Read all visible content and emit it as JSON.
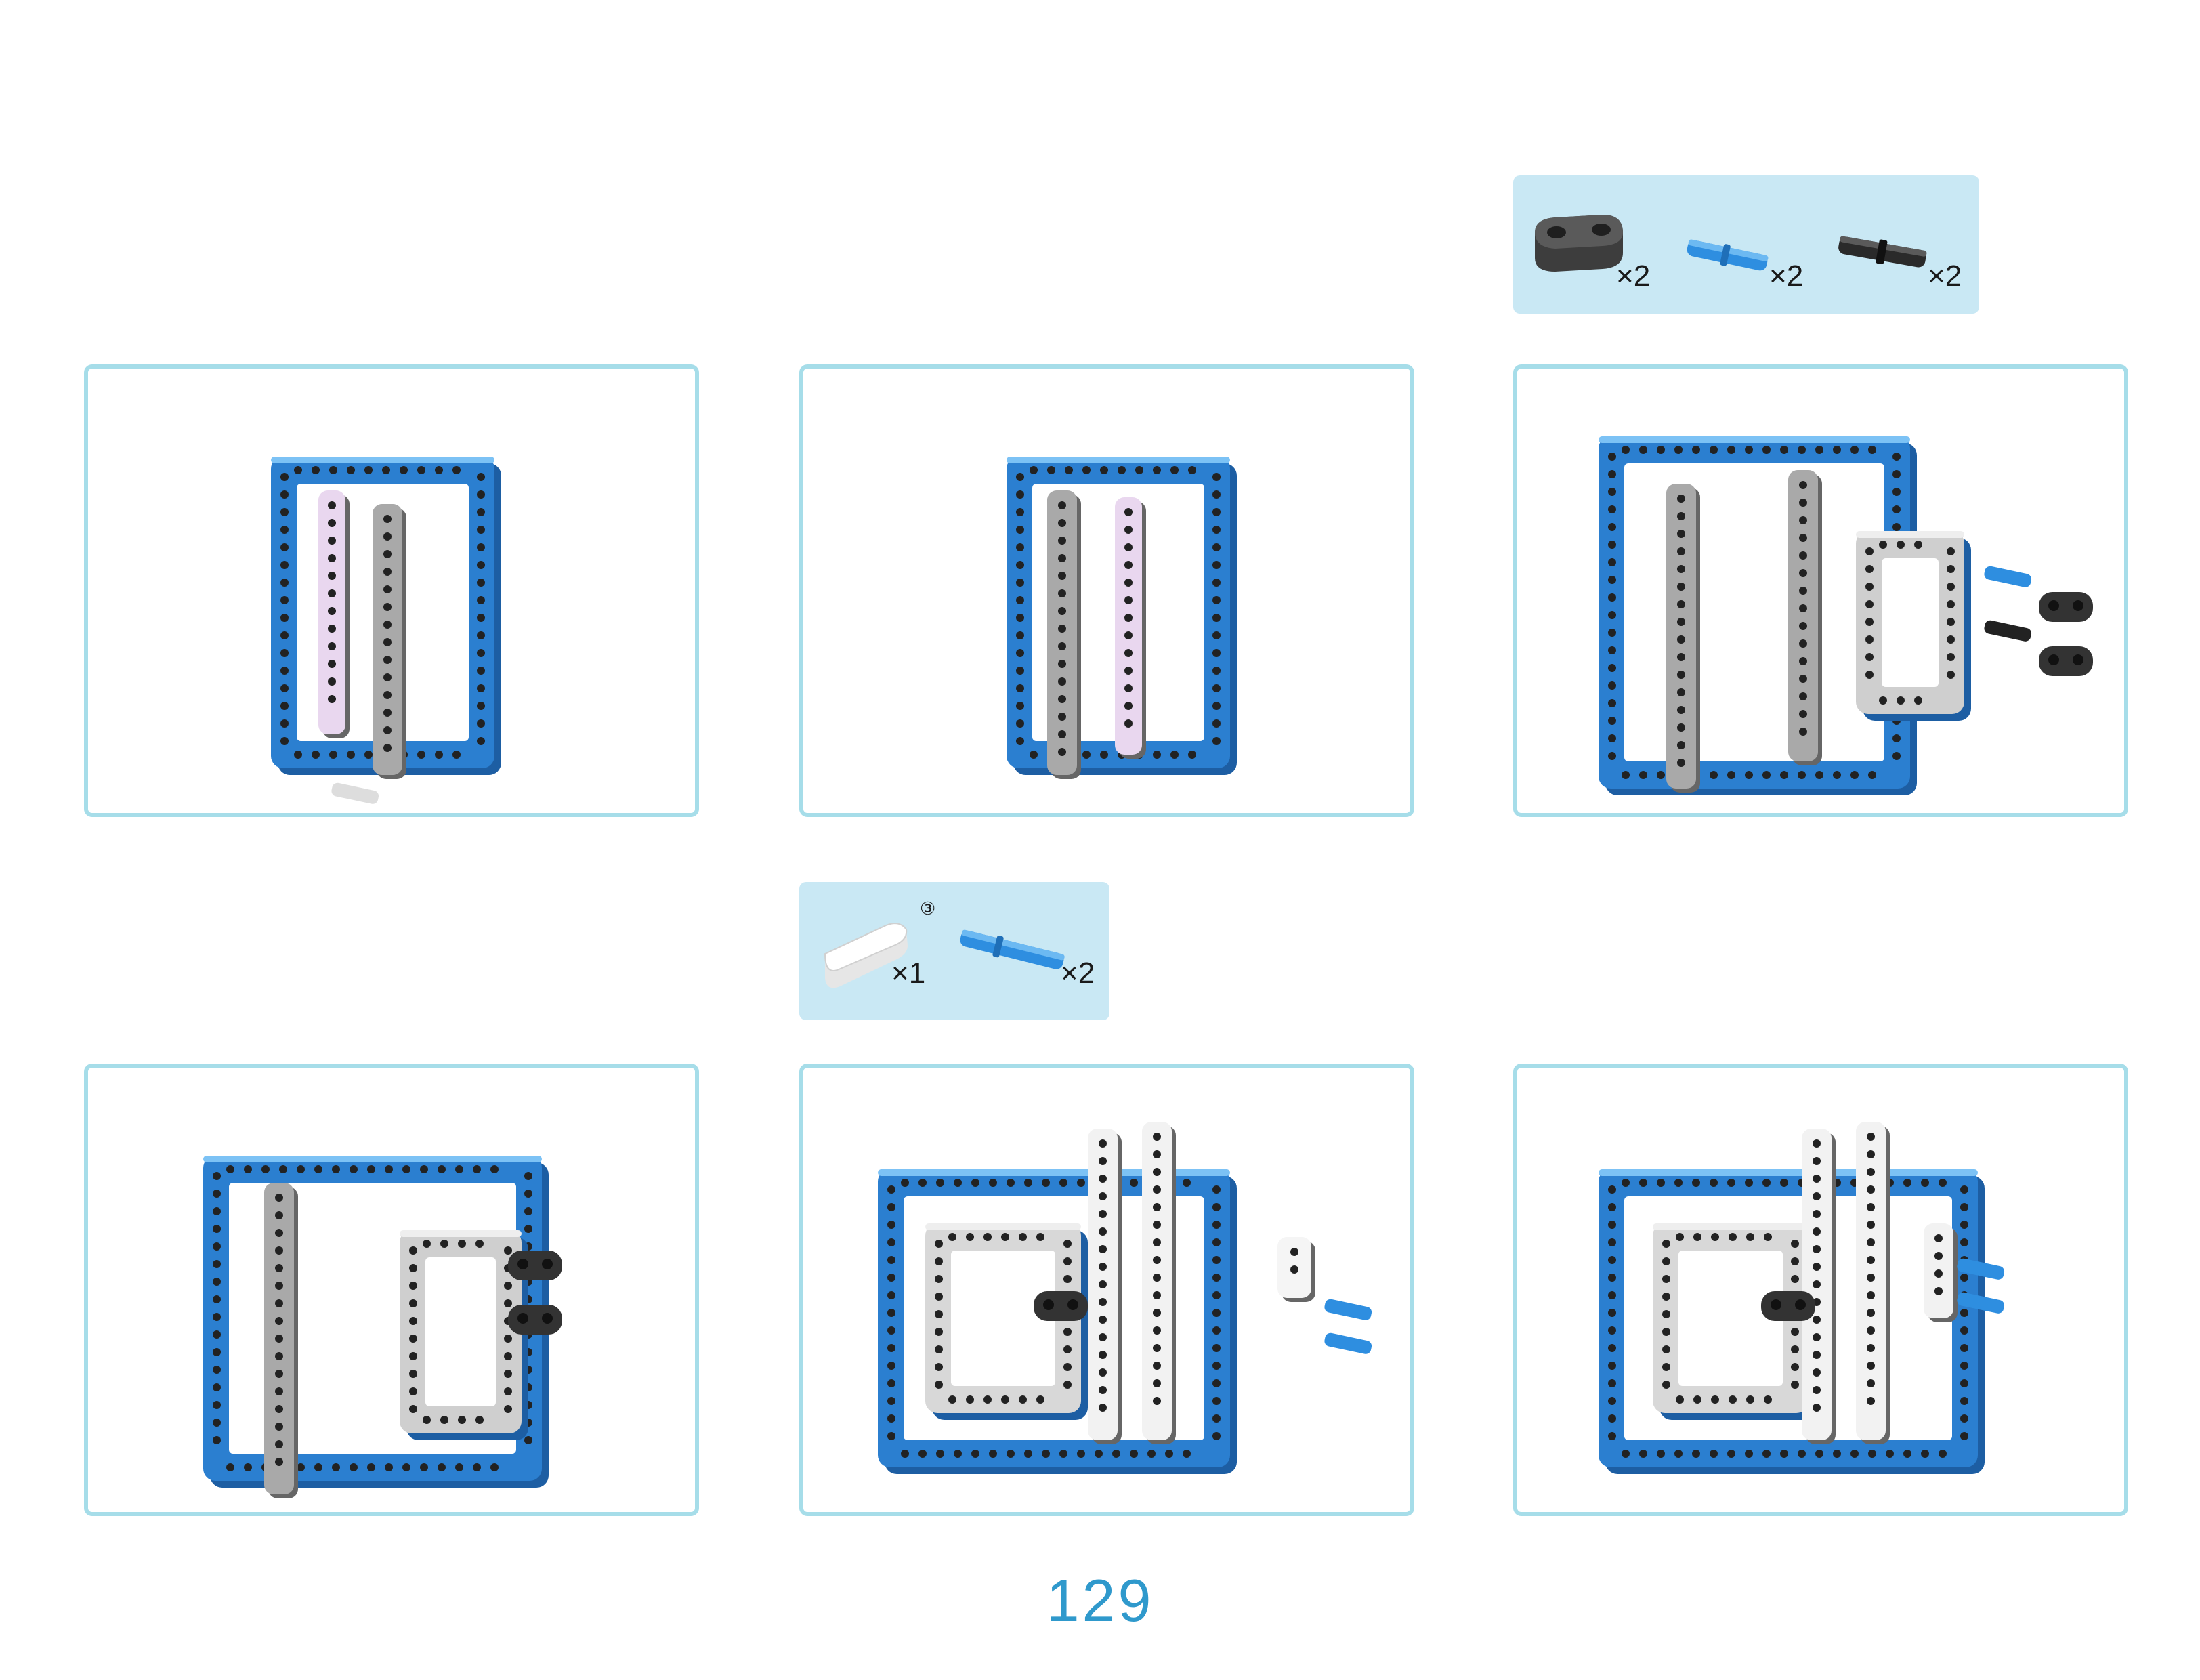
{
  "parts_box_1": {
    "items": [
      {
        "icon": "dark-gray-connector-icon",
        "qty": "×2"
      },
      {
        "icon": "blue-pin-icon",
        "qty": "×2"
      },
      {
        "icon": "black-pin-icon",
        "qty": "×2"
      }
    ]
  },
  "parts_box_2": {
    "items": [
      {
        "icon": "white-beam-icon",
        "qty": "×1",
        "length_label": "③"
      },
      {
        "icon": "blue-long-pin-icon",
        "qty": "×2"
      }
    ]
  },
  "steps": [
    {
      "name": "step-1"
    },
    {
      "name": "step-2"
    },
    {
      "name": "step-3"
    },
    {
      "name": "step-4"
    },
    {
      "name": "step-5"
    },
    {
      "name": "step-6"
    }
  ],
  "colors": {
    "panel_border": "#a6dde9",
    "parts_box_bg": "#c9e8f4",
    "frame_blue": "#2b7fd0",
    "beam_gray": "#a9a9a9",
    "page_number": "#2f99cc"
  },
  "page_number": "129"
}
